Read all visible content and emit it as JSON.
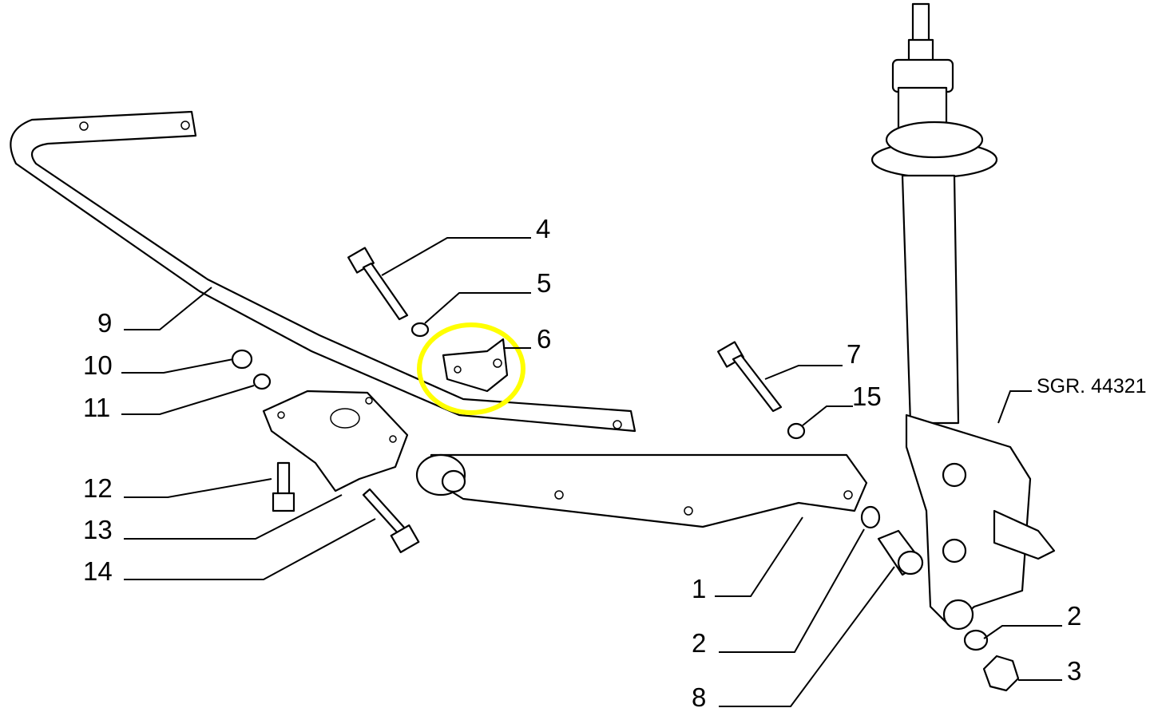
{
  "diagram": {
    "reference": "SGR. 44321",
    "highlight_color": "#ffff00",
    "callouts": {
      "c1": "1",
      "c2a": "2",
      "c2b": "2",
      "c3": "3",
      "c4": "4",
      "c5": "5",
      "c6": "6",
      "c7": "7",
      "c8": "8",
      "c9": "9",
      "c10": "10",
      "c11": "11",
      "c12": "12",
      "c13": "13",
      "c14": "14",
      "c15": "15"
    }
  }
}
